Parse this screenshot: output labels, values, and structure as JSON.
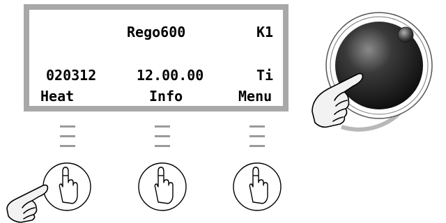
{
  "device": {
    "model": "Rego600",
    "channel": "K1",
    "date": "020312",
    "time": "12.00.00",
    "row2_right": "Ti",
    "softkeys": [
      "Heat",
      "Info",
      "Menu"
    ]
  },
  "colors": {
    "frame": "#a8a8a8",
    "indicator": "#9a9a9a",
    "knob": "#1a1a1a"
  },
  "icons": [
    "hand-pointer-icon",
    "finger-press-icon",
    "rotary-knob-icon"
  ]
}
